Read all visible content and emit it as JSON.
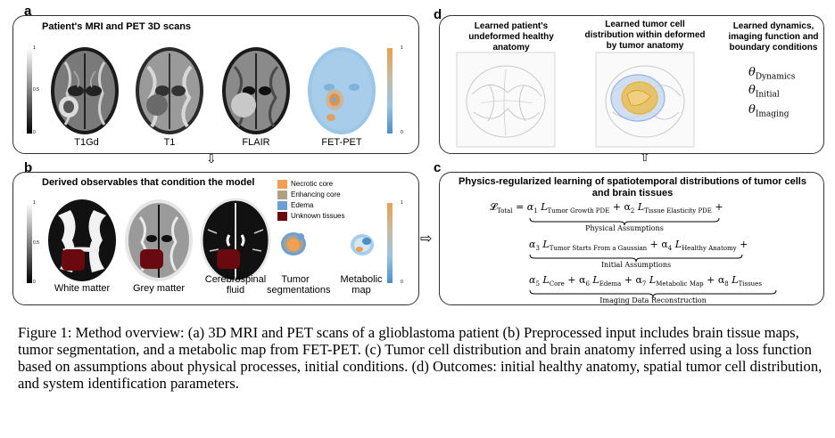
{
  "panel_a": {
    "letter": "a",
    "title": "Patient's MRI and PET 3D scans",
    "scans": [
      "T1Gd",
      "T1",
      "FLAIR",
      "FET-PET"
    ],
    "scale_ticks": [
      "1",
      "0.5",
      "0"
    ]
  },
  "panel_b": {
    "letter": "b",
    "title": "Derived observables that condition the model",
    "maps": [
      "White matter",
      "Grey matter",
      "Cerebrospinal fluid",
      "Tumor segmentations",
      "Metabolic map"
    ],
    "legend": [
      {
        "label": "Necrotic core",
        "color": "#f0a050"
      },
      {
        "label": "Enhancing core",
        "color": "#b0a088"
      },
      {
        "label": "Edema",
        "color": "#6aa0d4"
      },
      {
        "label": "Unknown tissues",
        "color": "#6a0a10"
      }
    ],
    "scale_ticks": [
      "1",
      "0.5",
      "0"
    ]
  },
  "panel_c": {
    "letter": "c",
    "title_line1": "Physics-regularized learning of spatiotemporal distributions of tumor cells",
    "title_line2": "and brain tissues",
    "total": "𝓛",
    "total_sub": "Total",
    "line1_a": "α",
    "line1_a_sub": "1",
    "line1_b": "L",
    "line1_b_sub": "Tumor Growth PDE",
    "line1_c": "+ α",
    "line1_c_sub": "2",
    "line1_d": "L",
    "line1_d_sub": "Tissue Elasticity PDE",
    "line1_e": "+",
    "brace1": "Physical Assumptions",
    "line2_a": "α",
    "line2_a_sub": "3",
    "line2_b": "L",
    "line2_b_sub": "Tumor Starts From a Gaussian",
    "line2_c": "+ α",
    "line2_c_sub": "4",
    "line2_d": "L",
    "line2_d_sub": "Healthy Anatomy",
    "line2_e": "+",
    "brace2": "Initial Assumptions",
    "line3_a": "α",
    "line3_a_sub": "5",
    "line3_b": "L",
    "line3_b_sub": "Core",
    "line3_c": "+ α",
    "line3_c_sub": "6",
    "line3_d": "L",
    "line3_d_sub": "Edema",
    "line3_e": "+ α",
    "line3_e_sub": "7",
    "line3_f": "L",
    "line3_f_sub": "Metabolic Map",
    "line3_g": "+ α",
    "line3_g_sub": "8",
    "line3_h": "L",
    "line3_h_sub": "Tissues",
    "brace3": "Imaging Data Reconstruction"
  },
  "panel_d": {
    "letter": "d",
    "title1": "Learned patient's undeformed healthy anatomy",
    "title2": "Learned tumor cell distribution within deformed by tumor anatomy",
    "title3": "Learned dynamics, imaging function and boundary conditions",
    "theta": "θ",
    "params": [
      "Dynamics",
      "Initial",
      "Imaging"
    ]
  },
  "caption": "Figure 1: Method overview: (a) 3D MRI and PET scans of a glioblastoma patient (b) Preprocessed input includes brain tissue maps, tumor segmentation, and a metabolic map from FET-PET. (c) Tumor cell distribution and brain anatomy inferred using a loss function based on assumptions about physical processes, initial conditions. (d) Outcomes: initial healthy anatomy, spatial tumor cell distribution, and system identification parameters.",
  "colors": {
    "tumor_dark_red": "#6a0a10",
    "pet_blue": "#6aa8d8",
    "pet_orange": "#e89040",
    "tumor_yellow": "#e8b020",
    "edema_blue": "#7aa4e0"
  }
}
